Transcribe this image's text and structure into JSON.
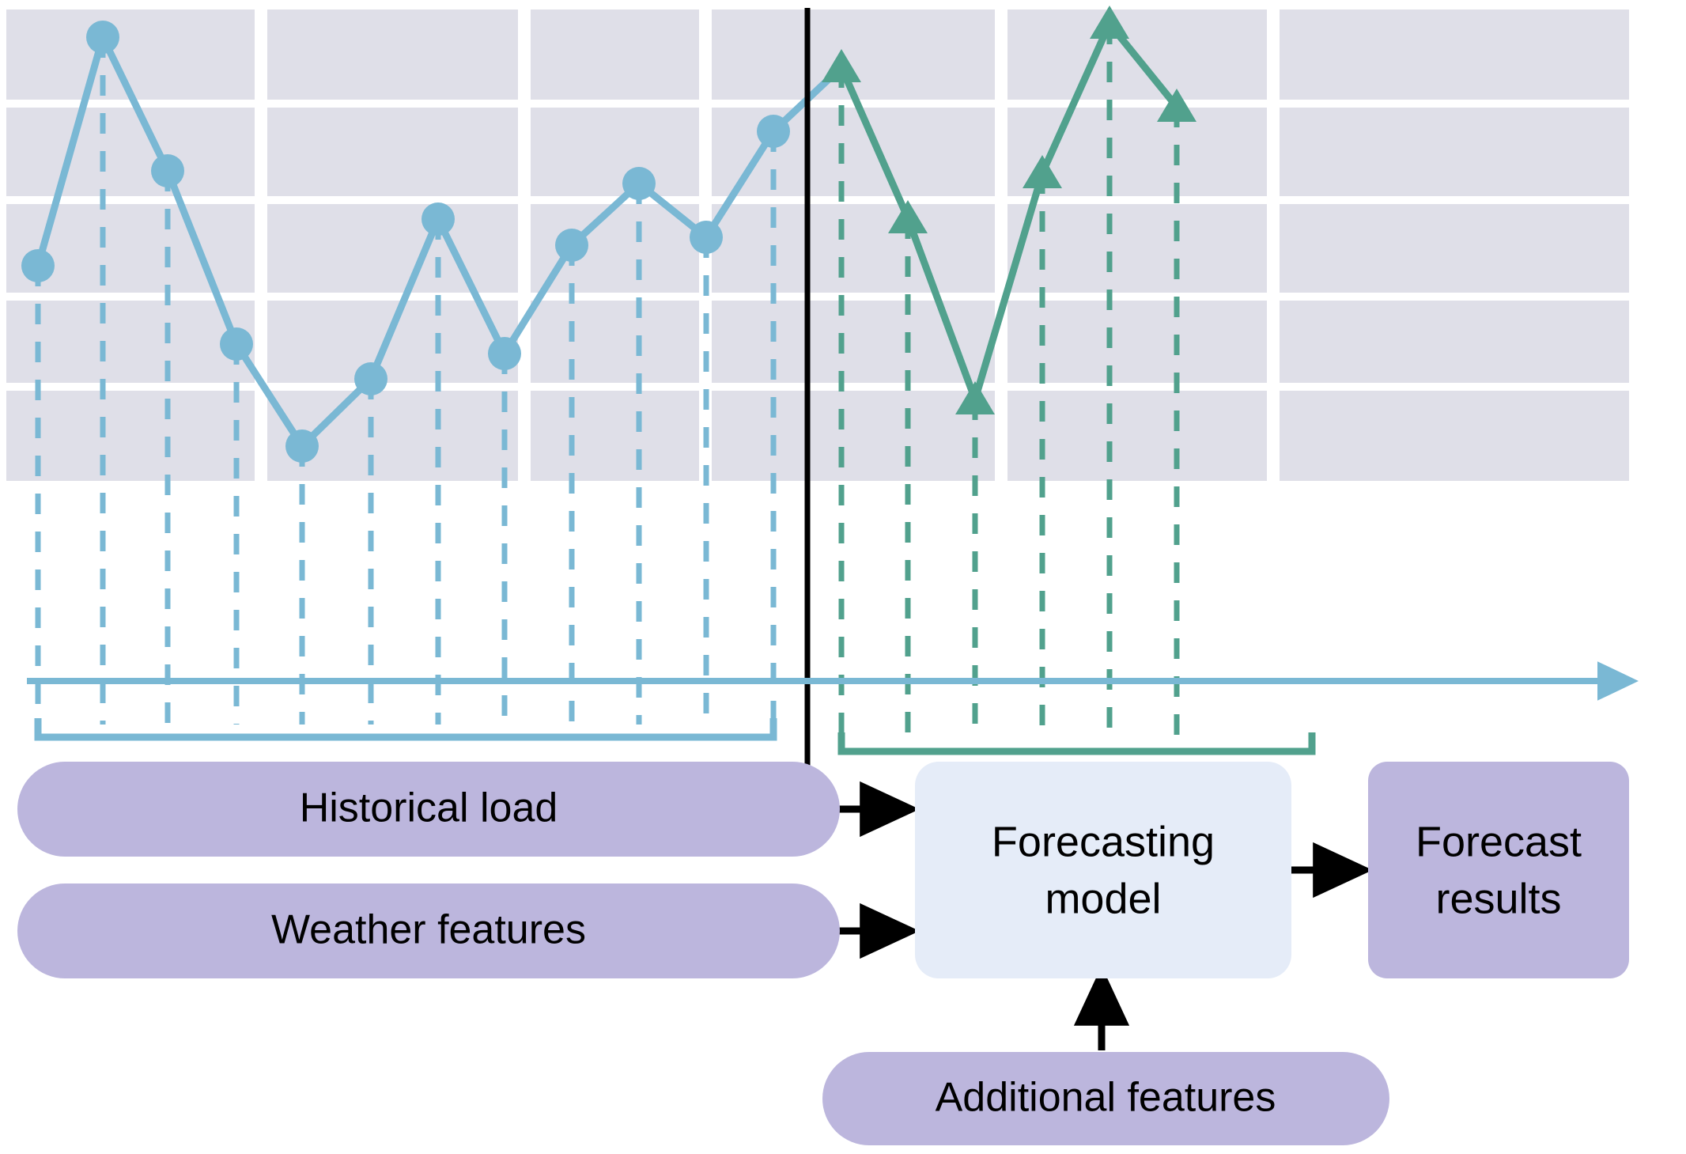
{
  "figure": {
    "type": "forecasting-pipeline-diagram",
    "colors": {
      "plot_background": "#dfdfe8",
      "grid_line": "#ffffff",
      "historical_series": "#7ab8d4",
      "forecast_series": "#51a18d",
      "divider_line": "#000000",
      "input_box_fill": "#bcb6dd",
      "model_box_fill": "#e5ecf8",
      "output_box_fill": "#bcb6dd",
      "arrow_color": "#000000",
      "axis_color": "#7ab8d4",
      "text_color": "#000000"
    }
  },
  "chart_data": {
    "type": "line",
    "title": "",
    "xlabel": "",
    "ylabel": "",
    "grid": true,
    "legend_position": "none",
    "axis_ranges": {
      "x": [
        0,
        17
      ],
      "y": [
        0,
        10
      ]
    },
    "annotations": [
      {
        "name": "forecast-divider",
        "x": 11.5,
        "label": ""
      }
    ],
    "series": [
      {
        "name": "Historical load",
        "marker": "circle",
        "color": "#7ab8d4",
        "x": [
          1,
          2,
          3,
          4,
          5,
          6,
          7,
          8,
          9,
          10,
          11,
          12
        ],
        "values": [
          4.8,
          9.5,
          7.9,
          3.3,
          1.4,
          2.9,
          5.5,
          3.2,
          5.1,
          6.5,
          5.3,
          8.3
        ]
      },
      {
        "name": "Forecast results",
        "marker": "triangle",
        "color": "#51a18d",
        "x": [
          13,
          14,
          15,
          16,
          17,
          18
        ],
        "values": [
          9.0,
          5.6,
          1.8,
          6.6,
          10.0,
          8.6
        ]
      }
    ]
  },
  "boxes": {
    "historical_load": {
      "label": "Historical load",
      "shape": "rounded-pill",
      "fill": "#bcb6dd"
    },
    "weather_features": {
      "label": "Weather features",
      "shape": "rounded-pill",
      "fill": "#bcb6dd"
    },
    "forecasting_model": {
      "label_line1": "Forecasting",
      "label_line2": "model",
      "shape": "rounded-rect",
      "fill": "#e5ecf8"
    },
    "forecast_results": {
      "label_line1": "Forecast",
      "label_line2": "results",
      "shape": "rounded-rect",
      "fill": "#bcb6dd"
    },
    "additional_features": {
      "label": "Additional features",
      "shape": "rounded-pill",
      "fill": "#bcb6dd"
    }
  },
  "flow": {
    "arrows": [
      {
        "name": "historical-load-to-model",
        "from": "historical_load",
        "to": "forecasting_model"
      },
      {
        "name": "weather-features-to-model",
        "from": "weather_features",
        "to": "forecasting_model"
      },
      {
        "name": "model-to-results",
        "from": "forecasting_model",
        "to": "forecast_results"
      },
      {
        "name": "additional-features-to-model",
        "from": "additional_features",
        "to": "forecasting_model"
      }
    ]
  }
}
